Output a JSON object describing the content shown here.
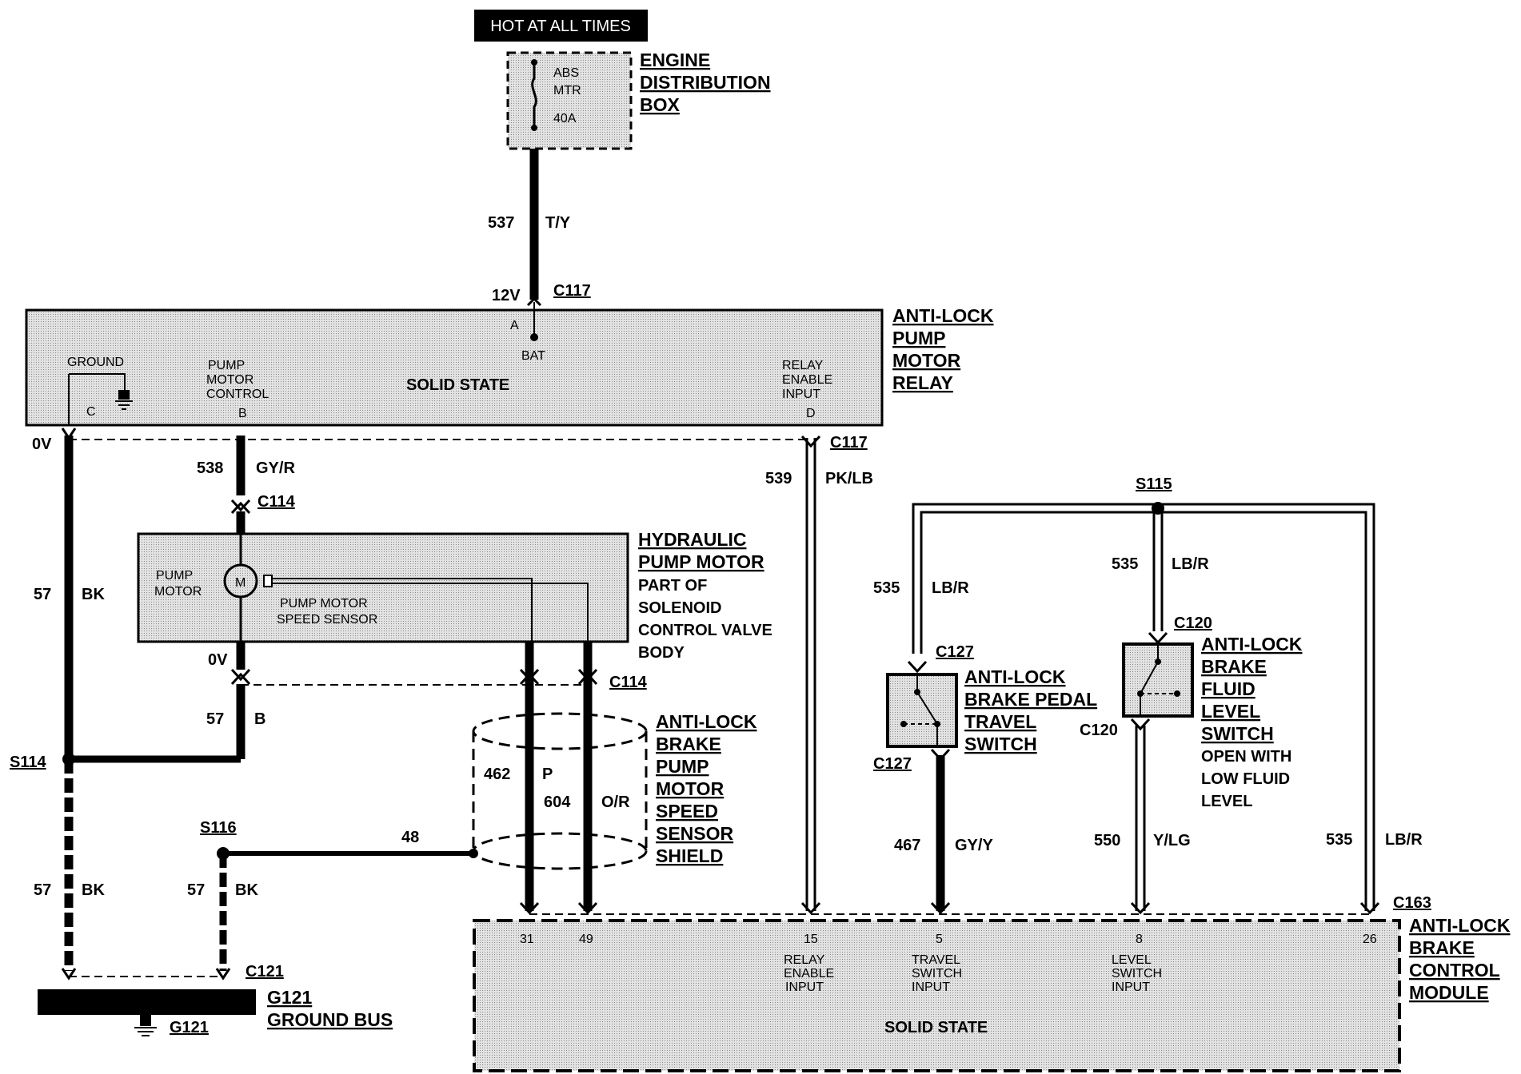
{
  "header": {
    "hot_label": "HOT AT ALL TIMES"
  },
  "fuse": {
    "line1": "ABS",
    "line2": "MTR",
    "line3": "40A"
  },
  "engine_box": {
    "line1": "ENGINE",
    "line2": "DISTRIBUTION",
    "line3": "BOX"
  },
  "relay": {
    "name": [
      "ANTI-LOCK",
      "PUMP",
      "MOTOR",
      "RELAY"
    ],
    "body": "SOLID STATE",
    "ground": "GROUND",
    "pump_ctrl": [
      "PUMP",
      "MOTOR",
      "CONTROL"
    ],
    "relay_enable": [
      "RELAY",
      "ENABLE",
      "INPUT"
    ],
    "bat": "BAT",
    "pins": {
      "a": "A",
      "b": "B",
      "c": "C",
      "d": "D"
    }
  },
  "pump": {
    "name": [
      "HYDRAULIC",
      "PUMP MOTOR"
    ],
    "desc": [
      "PART OF",
      "SOLENOID",
      "CONTROL VALVE",
      "BODY"
    ],
    "motor": [
      "PUMP",
      "MOTOR"
    ],
    "m": "M",
    "sensor": [
      "PUMP MOTOR",
      "SPEED SENSOR"
    ]
  },
  "shield": {
    "name": [
      "ANTI-LOCK",
      "BRAKE",
      "PUMP",
      "MOTOR",
      "SPEED",
      "SENSOR",
      "SHIELD"
    ]
  },
  "pedal": {
    "name": [
      "ANTI-LOCK",
      "BRAKE PEDAL",
      "TRAVEL",
      "SWITCH"
    ]
  },
  "fluid": {
    "name": [
      "ANTI-LOCK",
      "BRAKE",
      "FLUID",
      "LEVEL",
      "SWITCH"
    ],
    "desc": [
      "OPEN WITH",
      "LOW FLUID",
      "LEVEL"
    ]
  },
  "module": {
    "name": [
      "ANTI-LOCK",
      "BRAKE",
      "CONTROL",
      "MODULE"
    ],
    "body": "SOLID STATE",
    "pins": [
      "31",
      "49",
      "15",
      "5",
      "8",
      "26"
    ],
    "relay_in": [
      "RELAY",
      "ENABLE",
      "INPUT"
    ],
    "travel_in": [
      "TRAVEL",
      "SWITCH",
      "INPUT"
    ],
    "level_in": [
      "LEVEL",
      "SWITCH",
      "INPUT"
    ]
  },
  "ground_bus": {
    "id": "G121",
    "name": "GROUND BUS",
    "g": "G121"
  },
  "wires": {
    "w537": "537",
    "c537": "T/Y",
    "w538": "538",
    "c538": "GY/R",
    "w539": "539",
    "c539": "PK/LB",
    "w57a": "57",
    "c57a": "BK",
    "w57b": "57",
    "c57b": "B",
    "w57c": "57",
    "c57c": "BK",
    "w57d": "57",
    "c57d": "BK",
    "w462": "462",
    "c462": "P",
    "w604": "604",
    "c604": "O/R",
    "w48": "48",
    "w535a": "535",
    "c535a": "LB/R",
    "w535b": "535",
    "c535b": "LB/R",
    "w535c": "535",
    "c535c": "LB/R",
    "w467": "467",
    "c467": "GY/Y",
    "w550": "550",
    "c550": "Y/LG"
  },
  "connectors": {
    "c117a": "C117",
    "c117b": "C117",
    "c114a": "C114",
    "c114b": "C114",
    "c127a": "C127",
    "c127b": "C127",
    "c120a": "C120",
    "c120b": "C120",
    "c163": "C163",
    "c121": "C121"
  },
  "splices": {
    "s114": "S114",
    "s115": "S115",
    "s116": "S116"
  },
  "voltages": {
    "v12": "12V",
    "v0a": "0V",
    "v0b": "0V"
  }
}
